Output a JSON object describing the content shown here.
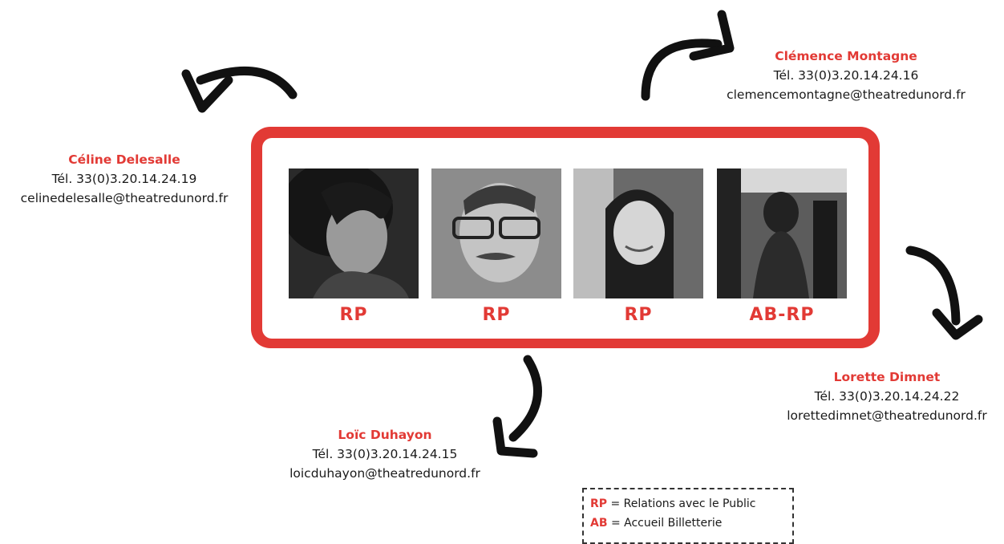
{
  "contacts": [
    {
      "id": "celine",
      "name": "Céline Delesalle",
      "tel": "Tél. 33(0)3.20.14.24.19",
      "email": "celinedelesalle@theatredunord.fr"
    },
    {
      "id": "clemence",
      "name": "Clémence Montagne",
      "tel": "Tél. 33(0)3.20.14.24.16",
      "email": "clemencemontagne@theatredunord.fr"
    },
    {
      "id": "lorette",
      "name": "Lorette Dimnet",
      "tel": "Tél. 33(0)3.20.14.24.22",
      "email": "lorettedimnet@theatredunord.fr"
    },
    {
      "id": "loic",
      "name": "Loïc Duhayon",
      "tel": "Tél. 33(0)3.20.14.24.15",
      "email": "loicduhayon@theatredunord.fr"
    }
  ],
  "roles": [
    "RP",
    "RP",
    "RP",
    "AB-RP"
  ],
  "legend": [
    {
      "abbr": "RP",
      "text": "= Relations avec le Public"
    },
    {
      "abbr": "AB",
      "text": "= Accueil Billetterie"
    }
  ],
  "colors": {
    "accent": "#e23a35",
    "arrow": "#111111"
  }
}
